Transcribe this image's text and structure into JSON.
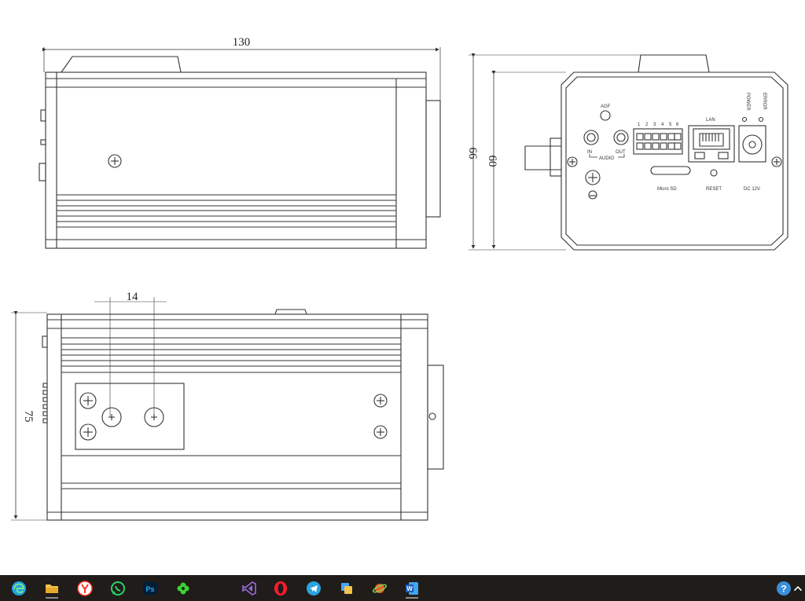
{
  "drawing": {
    "dimensions": {
      "side_length": "130",
      "rear_total_height": "66",
      "rear_body_height": "60",
      "mount_spacing": "14",
      "bottom_width": "75"
    },
    "rear_panel": {
      "agf": "AGF",
      "in": "IN",
      "out": "OUT",
      "audio": "AUDIO",
      "lan": "LAN",
      "power": "POWER",
      "error": "ERROR",
      "micro_sd": "Micro SD",
      "reset": "RESET",
      "dc": "DC 12V",
      "dip_numbers": [
        "1",
        "2",
        "3",
        "4",
        "5",
        "6"
      ]
    }
  },
  "taskbar": {
    "apps": [
      {
        "name": "edge",
        "icon": "edge-icon",
        "color": "#1fa3e0"
      },
      {
        "name": "file-explorer",
        "icon": "folder-icon",
        "color": "#f3c34a"
      },
      {
        "name": "yandex-browser",
        "icon": "yandex-icon",
        "color": "#ff2d20"
      },
      {
        "name": "whatsapp",
        "icon": "whatsapp-icon",
        "color": "#25d366"
      },
      {
        "name": "photoshop",
        "icon": "photoshop-icon",
        "color": "#31a8ff"
      },
      {
        "name": "clover",
        "icon": "clover-icon",
        "color": "#38d430"
      },
      {
        "name": "visual-studio",
        "icon": "visual-studio-icon",
        "color": "#9a6bdc"
      },
      {
        "name": "opera",
        "icon": "opera-icon",
        "color": "#ff1b2d"
      },
      {
        "name": "telegram",
        "icon": "telegram-icon",
        "color": "#2aa3df"
      },
      {
        "name": "stack-app",
        "icon": "stack-icon",
        "color": "#4aa3ff"
      },
      {
        "name": "planet-app",
        "icon": "planet-icon",
        "color": "#e85d2c"
      },
      {
        "name": "word",
        "icon": "word-icon",
        "color": "#2b7cd3"
      }
    ],
    "tray": {
      "help_icon": "help-icon",
      "chevron_icon": "chevron-up-icon"
    }
  }
}
